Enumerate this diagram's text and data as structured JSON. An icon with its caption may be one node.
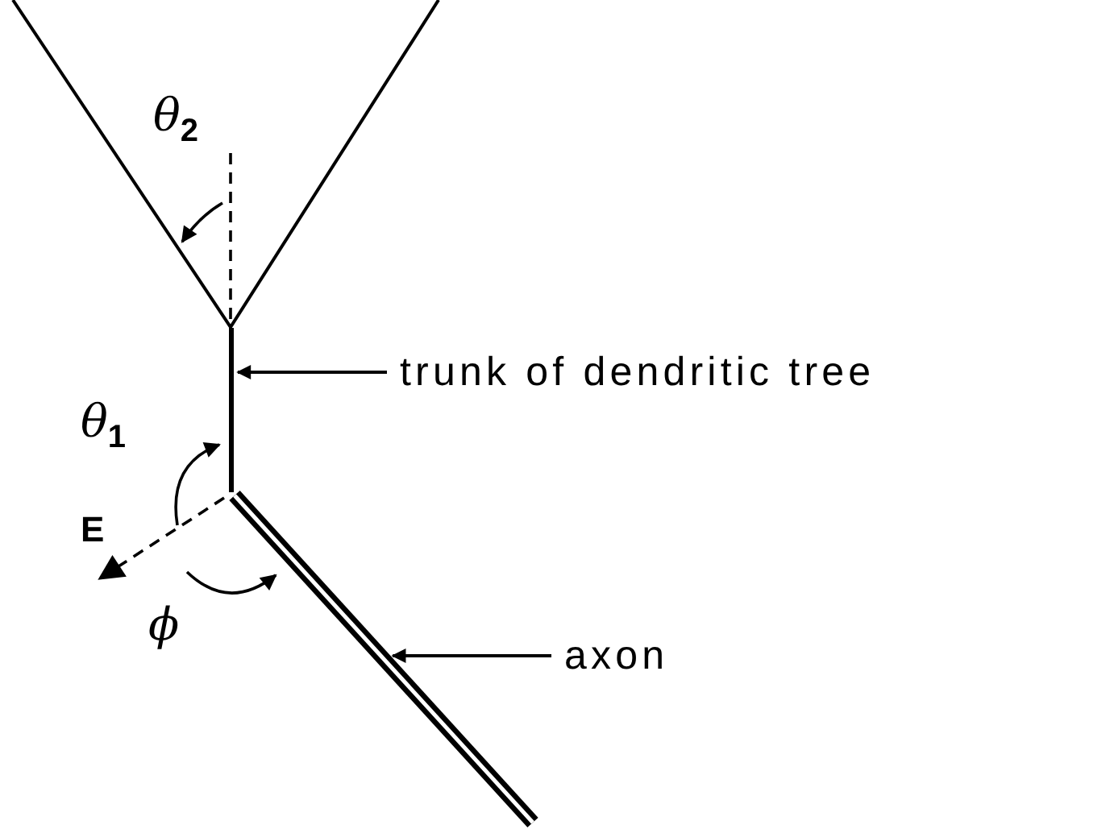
{
  "diagram": {
    "nodes": [
      {
        "text": [],
        "shape": "bar"
      },
      {
        "text": [
          "trunk of dendritic tree"
        ]
      },
      {
        "text": [],
        "shape": "bar"
      },
      {
        "text": [
          "axon"
        ]
      }
    ],
    "edges": [
      {
        "from": 1,
        "to": 0,
        "arrow": "to"
      },
      {
        "from": 3,
        "to": 2,
        "arrow": "to"
      }
    ],
    "labels": [
      "θ$_{2}$",
      "θ$_{1}$",
      "E",
      "ϕ"
    ]
  }
}
